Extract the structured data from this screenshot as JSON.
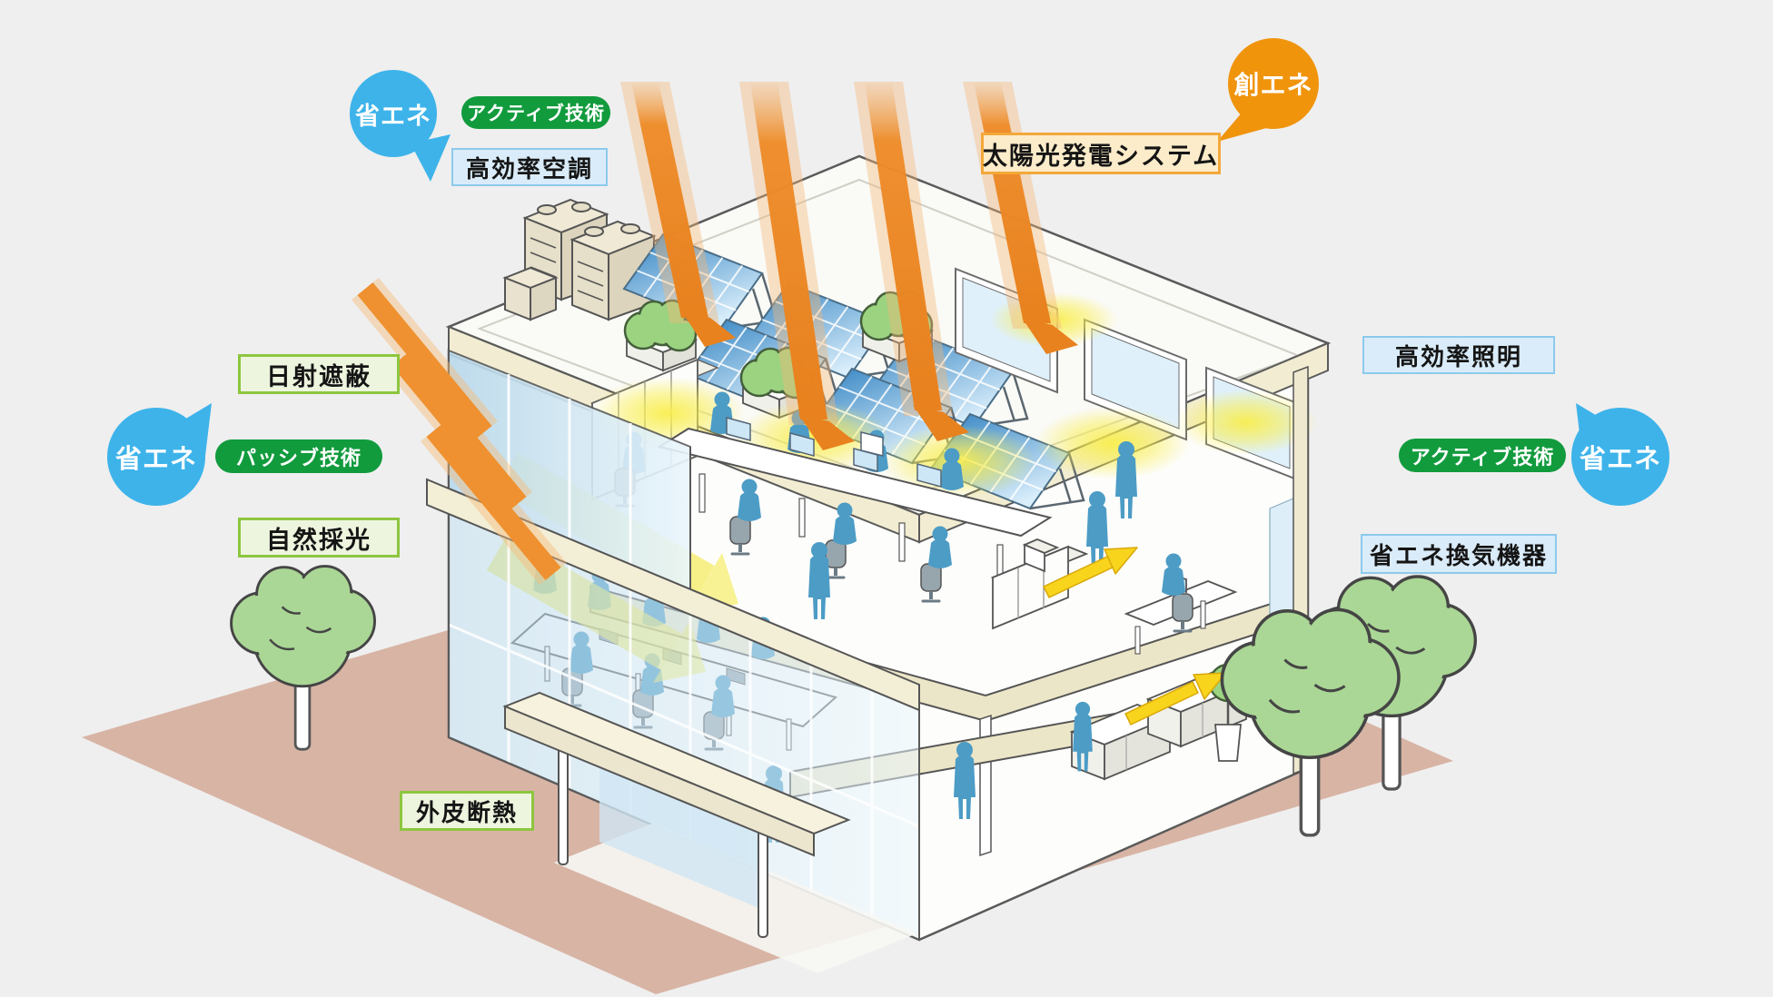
{
  "scene": {
    "description": "Cutaway isometric office building infographic showing ZEB energy-saving and energy-creating technologies",
    "background": "#efefef"
  },
  "colors": {
    "energy_saving_blue": "#3db3ea",
    "energy_creation_orange": "#f0940c",
    "tech_pill_green": "#119b3d",
    "label_blue_bg": "#daecf9",
    "label_blue_border": "#8ccaec",
    "label_green_bg": "#edf5de",
    "label_green_border": "#8dc63f",
    "label_orange_bg": "#fcecca",
    "label_orange_border": "#f3a83a",
    "sun_ray_orange": "#ee8b28",
    "daylight_yellow": "#f4ea4d",
    "arrow_yellow": "#f8d41d",
    "ground_pink": "#d8b4a5",
    "tree_green": "#aad795",
    "people_blue": "#4c9cc6",
    "building_cream": "#f2edd2"
  },
  "bubbles": {
    "energy_saving_top": {
      "label": "省エネ"
    },
    "energy_creation": {
      "label": "創エネ"
    },
    "energy_saving_left": {
      "label": "省エネ"
    },
    "energy_saving_right": {
      "label": "省エネ"
    }
  },
  "pills": {
    "active_top": {
      "label": "アクティブ技術"
    },
    "passive_left": {
      "label": "パッシブ技術"
    },
    "active_right": {
      "label": "アクティブ技術"
    }
  },
  "feature_labels": {
    "hvac": {
      "label": "高効率空調"
    },
    "solar_power": {
      "label": "太陽光発電システム"
    },
    "solar_shading": {
      "label": "日射遮蔽"
    },
    "daylighting": {
      "label": "自然採光"
    },
    "lighting": {
      "label": "高効率照明"
    },
    "ventilation": {
      "label": "省エネ換気機器"
    },
    "insulation": {
      "label": "外皮断熱"
    }
  }
}
